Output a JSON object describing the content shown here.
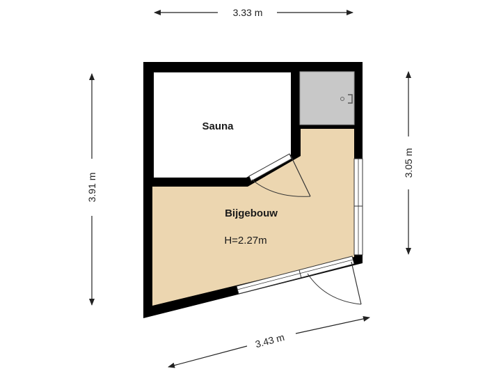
{
  "rooms": {
    "sauna": {
      "name": "Sauna"
    },
    "bijgebouw": {
      "name": "Bijgebouw",
      "height": "H=2.27m"
    }
  },
  "dimensions": {
    "top": "3.33 m",
    "left": "3.91 m",
    "right": "3.05 m",
    "bottom": "3.43 m"
  },
  "colors": {
    "wall": "#000000",
    "main_floor": "#ecd6b0",
    "sauna_floor": "#ffffff",
    "shower_floor": "#c8c8c8",
    "dimension_line": "#222222"
  }
}
